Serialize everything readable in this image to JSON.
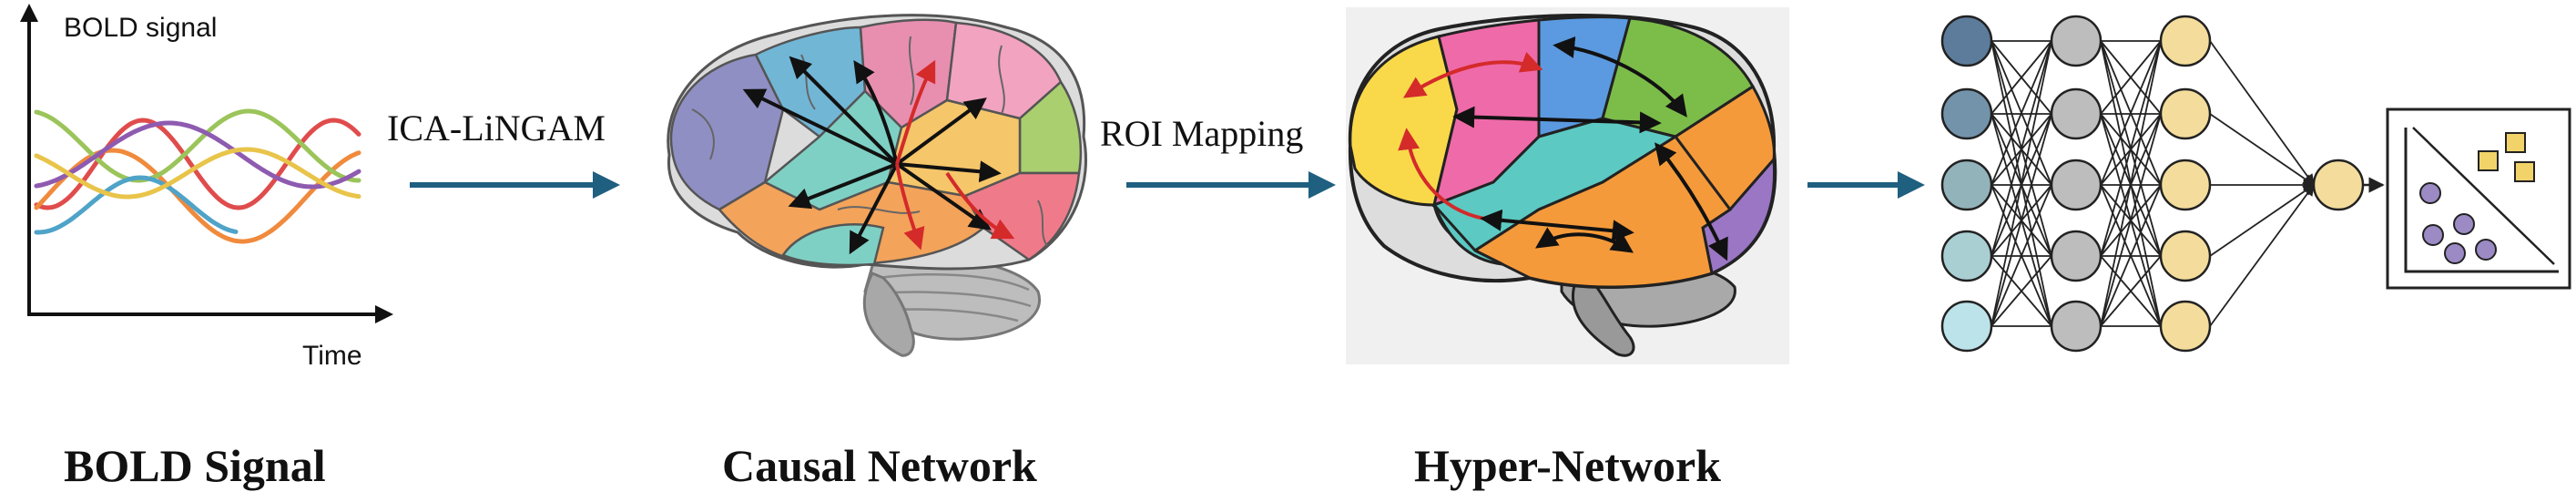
{
  "bold_panel": {
    "y_axis_label": "BOLD signal",
    "x_axis_label": "Time",
    "caption": "BOLD Signal",
    "wave_colors": [
      "#e04c4c",
      "#f08a3c",
      "#9bc45a",
      "#8e5bb0",
      "#4fa3c8",
      "#e8c44a"
    ]
  },
  "step1": {
    "label": "ICA-LiNGAM"
  },
  "causal_panel": {
    "caption": "Causal Network",
    "region_colors": [
      "#8f8fc4",
      "#72b6d6",
      "#f2a3c0",
      "#e88fb0",
      "#a9cf6e",
      "#f5c66a",
      "#7fd0c4",
      "#f3a35a",
      "#ef7b8a",
      "#b89ad4"
    ]
  },
  "step2": {
    "label": "ROI Mapping"
  },
  "hyper_panel": {
    "caption": "Hyper-Network",
    "region_colors": [
      "#f9d94a",
      "#ef6aa8",
      "#5b9ae0",
      "#7cbd4a",
      "#5cc9c2",
      "#f59a3a",
      "#9a76c4"
    ]
  },
  "step3": {
    "label": ""
  },
  "nn_panel": {
    "node_colors": {
      "input": [
        "#5d7c9c",
        "#7393ab",
        "#93b3bb",
        "#a9cfd3",
        "#bde3ea"
      ],
      "hidden": "#bdbdbd",
      "hidden2": "#f4dd9c",
      "output": "#f4dd9c"
    }
  },
  "scatter_panel": {
    "cluster_a_color": "#f1d36a",
    "cluster_b_color": "#9b8ac4"
  },
  "colors": {
    "arrow": "#1f5f80",
    "black": "#111111",
    "red": "#d42a2a"
  }
}
